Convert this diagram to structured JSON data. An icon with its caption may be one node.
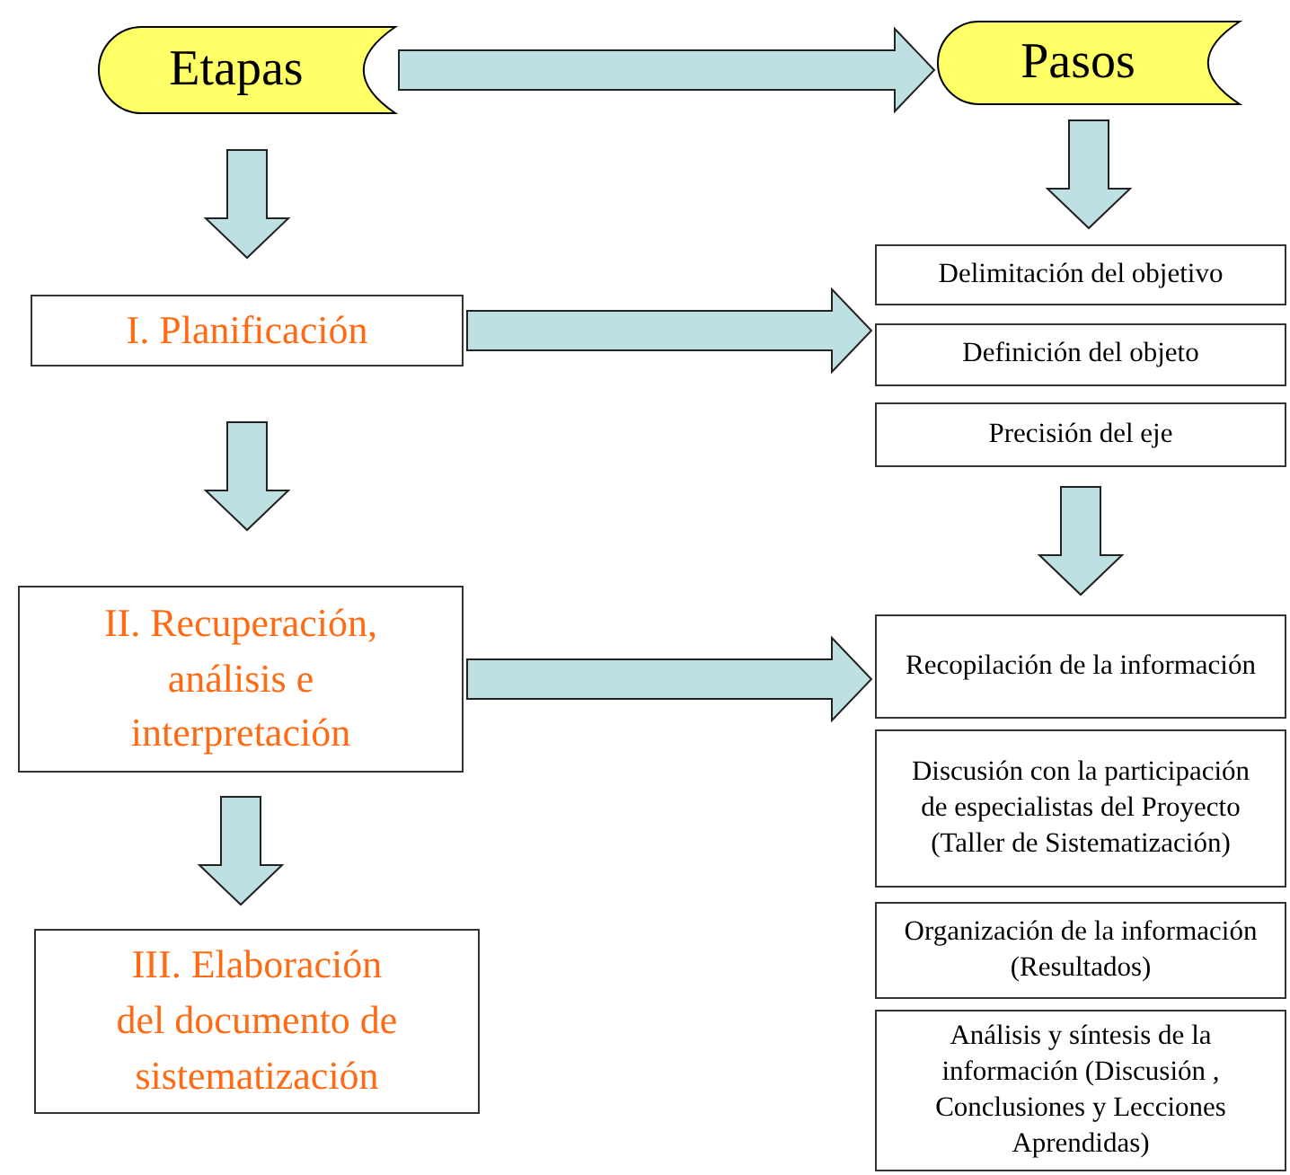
{
  "diagram": {
    "nodes": [
      {
        "text": [
          "Etapas"
        ]
      },
      {
        "text": [
          "Pasos"
        ]
      },
      {
        "text": [
          "I. Planificación"
        ]
      },
      {
        "text": [
          "II. Recuperación, análisis e interpretación"
        ]
      },
      {
        "text": [
          "III. Elaboración del documento de sistematización"
        ]
      },
      {
        "text": [
          "Delimitación del objetivo"
        ]
      },
      {
        "text": [
          "Definición del objeto"
        ]
      },
      {
        "text": [
          "Precisión del eje"
        ]
      },
      {
        "text": [
          "Recopilación de la información"
        ]
      },
      {
        "text": [
          "Discusión con la participación de especialistas del Proyecto (Taller de Sistematización)"
        ]
      },
      {
        "text": [
          "Organización de la información (Resultados)"
        ]
      },
      {
        "text": [
          "Análisis y síntesis de la información (Discusión , Conclusiones y Lecciones Aprendidas)"
        ]
      }
    ],
    "edges": [
      {
        "from": 0,
        "to": 1,
        "arrow": "to"
      },
      {
        "from": 0,
        "to": 2,
        "arrow": "to"
      },
      {
        "from": 1,
        "to": 5,
        "arrow": "to"
      },
      {
        "from": 2,
        "to": 6,
        "arrow": "to"
      },
      {
        "from": 2,
        "to": 3,
        "arrow": "to"
      },
      {
        "from": 7,
        "to": 8,
        "arrow": "to"
      },
      {
        "from": 3,
        "to": 8,
        "arrow": "to"
      },
      {
        "from": 3,
        "to": 4,
        "arrow": "to"
      }
    ]
  }
}
